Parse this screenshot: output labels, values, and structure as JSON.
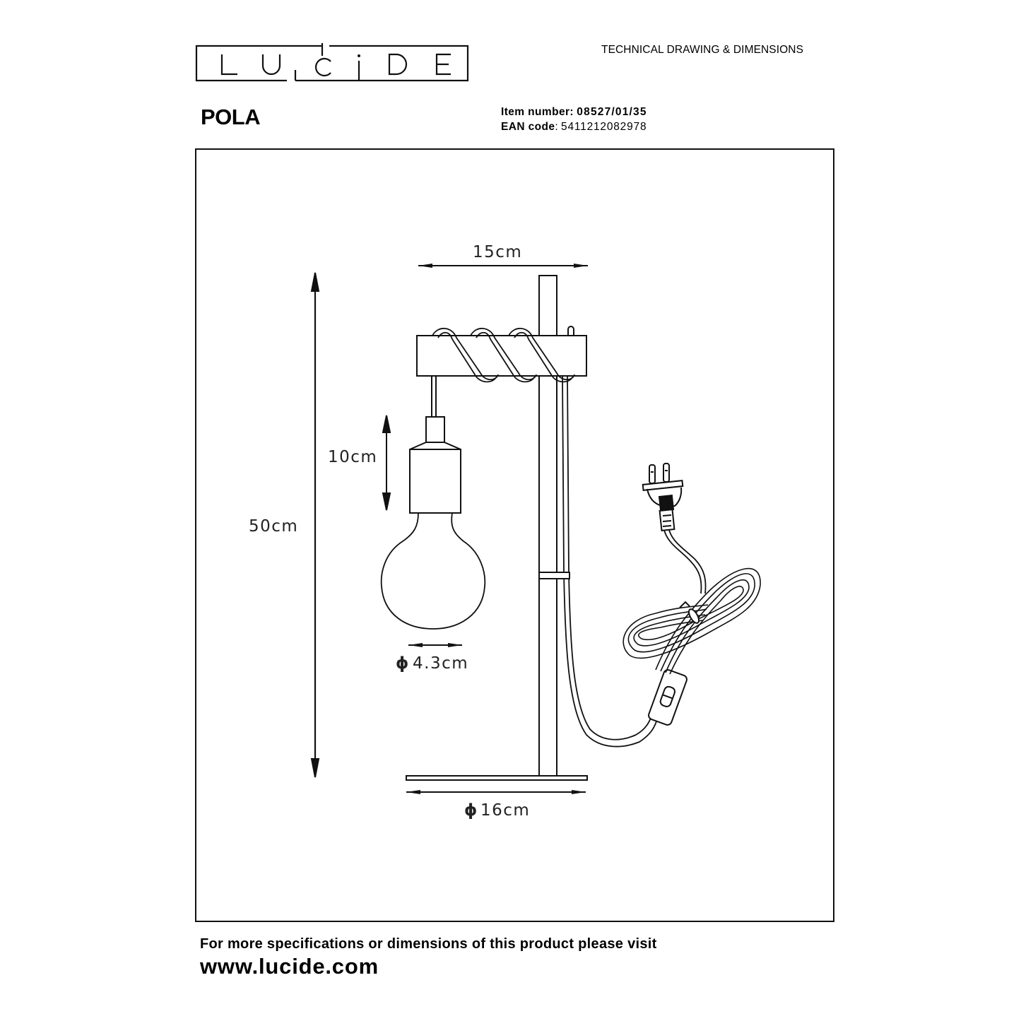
{
  "header": {
    "brand": "LUCIDE",
    "brand_letters": [
      "L",
      "U",
      "C",
      "i",
      "D",
      "E"
    ],
    "doc_type": "TECHNICAL DRAWING & DIMENSIONS"
  },
  "product": {
    "name": "POLA",
    "item_number_label": "Item number:",
    "item_number": "08527/01/35",
    "ean_label": "EAN code",
    "ean_sep": ":",
    "ean": "5411212082978"
  },
  "drawing": {
    "subject": "table lamp",
    "dimensions": {
      "width": "15cm",
      "height": "50cm",
      "socket_height": "10cm",
      "socket_diameter": "4.3cm",
      "base_diameter": "16cm"
    },
    "diameter_symbol": "ϕ",
    "line_color": "#000000"
  },
  "footer": {
    "text": "For more specifications or dimensions of this product please visit",
    "url": "www.lucide.com"
  }
}
